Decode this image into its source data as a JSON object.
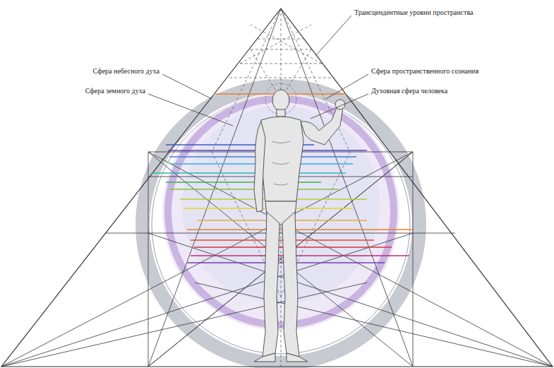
{
  "diagram": {
    "labels": [
      "Трансцендентные уровни пространства",
      "Сфера небесного духа",
      "Сфера пространственного сознания",
      "Сфера земного духа",
      "Духовная сфера человека"
    ]
  }
}
